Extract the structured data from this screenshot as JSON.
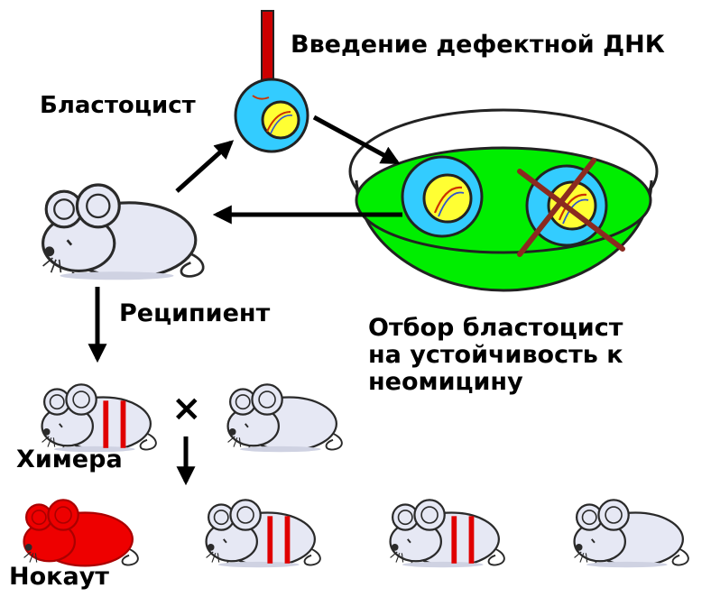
{
  "labels": {
    "injection": "Введение дефектной ДНК",
    "blastocyst": "Бластоцист",
    "recipient": "Реципиент",
    "selection_line1": "Отбор бластоцист",
    "selection_line2": "на устойчивость к",
    "selection_line3": "неомицину",
    "chimera": "Химера",
    "knockout": "Нокаут",
    "cross_symbol": "×"
  },
  "colors": {
    "needle": "#cc0000",
    "blastocyst_outer": "#33ccff",
    "blastocyst_inner": "#ffff33",
    "dish_medium": "#00ee00",
    "mouse_body": "#e6e8f4",
    "mouse_outline": "#2a2a2a",
    "chimera_stripe": "#e00000",
    "knockout_mouse": "#ee0000",
    "reject_cross": "#8b2a20",
    "arrow": "#000000"
  },
  "icons": {
    "mouse": "mouse-icon",
    "dish": "petri-dish-icon",
    "needle": "injection-needle-icon",
    "embryo": "blastocyst-icon"
  }
}
